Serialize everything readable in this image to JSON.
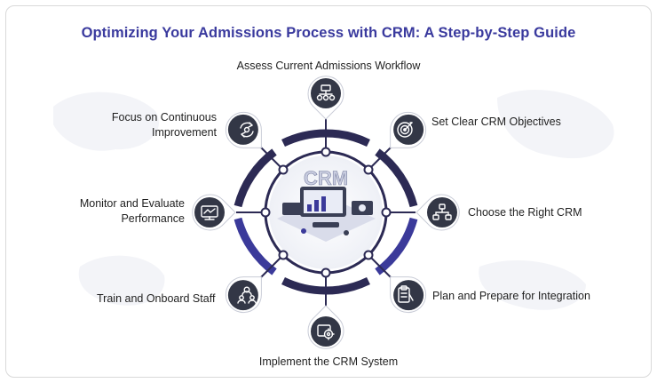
{
  "title": "Optimizing Your Admissions Process with CRM: A Step-by-Step Guide",
  "center_graphic": {
    "text": "CRM"
  },
  "colors": {
    "title": "#3a3a9e",
    "ring_dark": "#2c2a54",
    "ring_accent": "#3b3a9a",
    "pin": "#333746"
  },
  "steps": [
    {
      "label": "Assess Current Admissions Workflow",
      "icon": "workflow-icon"
    },
    {
      "label": "Set Clear CRM Objectives",
      "icon": "target-icon"
    },
    {
      "label": "Choose the Right CRM",
      "icon": "network-icon"
    },
    {
      "label": "Plan and Prepare for Integration",
      "icon": "clipboard-icon"
    },
    {
      "label": "Implement the CRM System",
      "icon": "gear-settings-icon"
    },
    {
      "label": "Train and Onboard Staff",
      "icon": "team-icon"
    },
    {
      "label": "Monitor and Evaluate Performance",
      "label_lines": [
        "Monitor and Evaluate",
        "Performance"
      ],
      "icon": "monitor-icon"
    },
    {
      "label": "Focus on Continuous Improvement",
      "label_lines": [
        "Focus on Continuous",
        "Improvement"
      ],
      "icon": "cycle-icon"
    }
  ]
}
